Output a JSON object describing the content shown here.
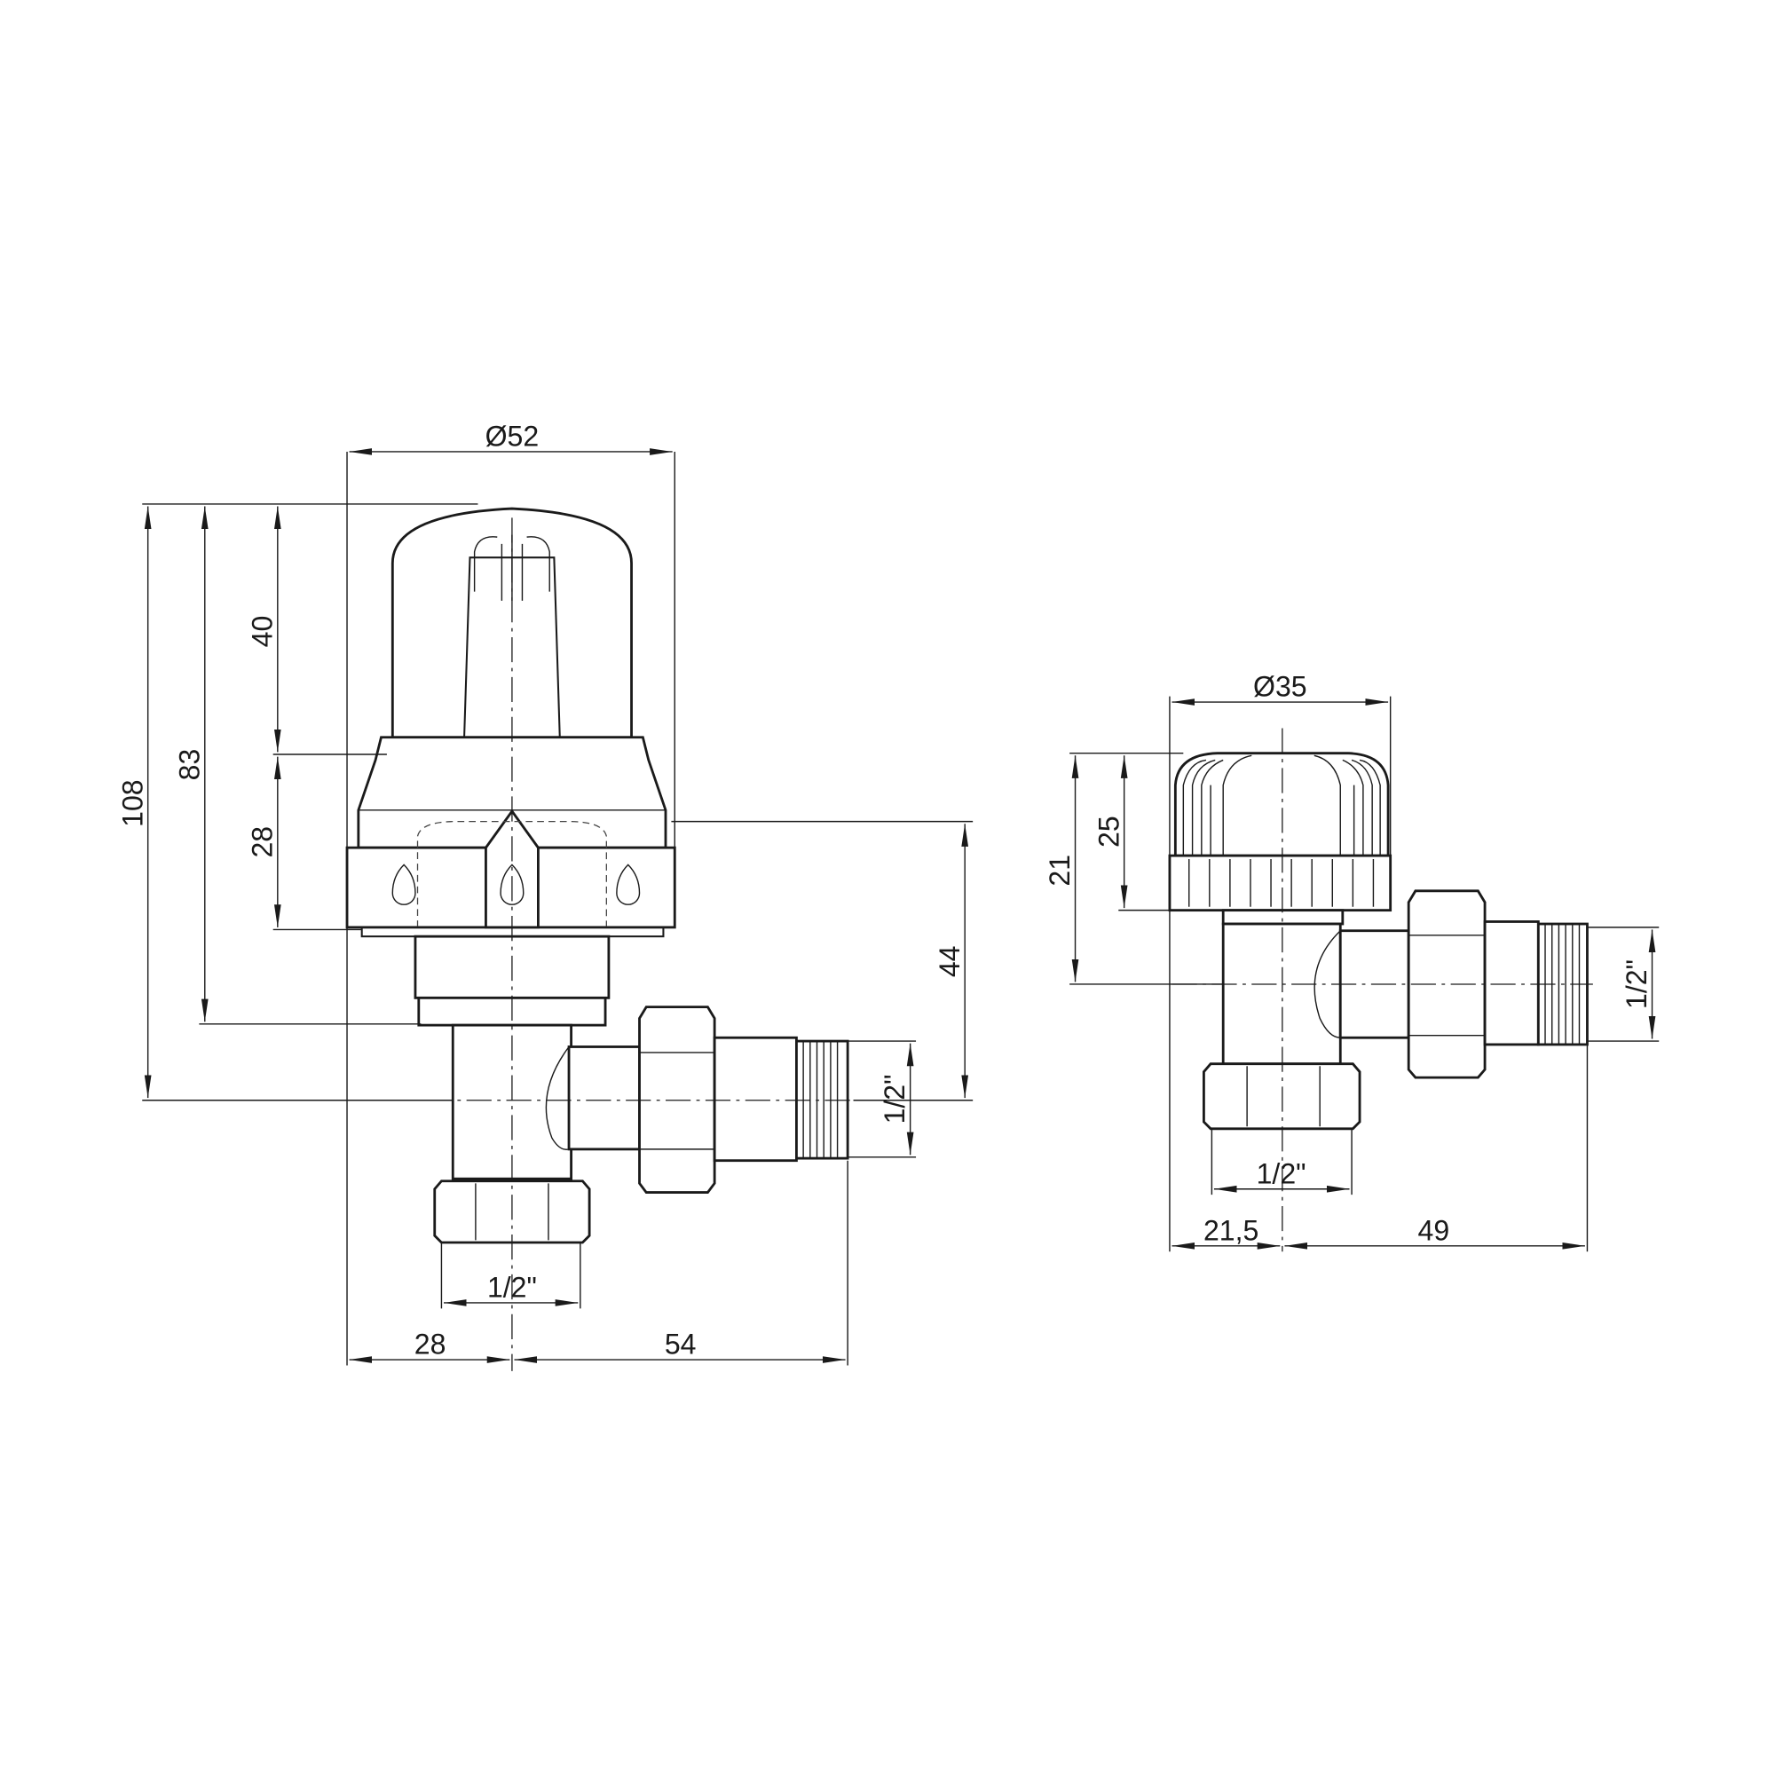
{
  "left_view": {
    "diameter": "Ø52",
    "height_total": "108",
    "height_83": "83",
    "height_cap": "40",
    "height_base": "28",
    "height_44": "44",
    "thread_side": "1/2\"",
    "thread_bottom": "1/2\"",
    "width_left": "28",
    "width_right": "54"
  },
  "right_view": {
    "diameter": "Ø35",
    "height_21": "21",
    "height_25": "25",
    "thread_side": "1/2\"",
    "thread_bottom": "1/2\"",
    "width_left": "21,5",
    "width_right": "49"
  }
}
